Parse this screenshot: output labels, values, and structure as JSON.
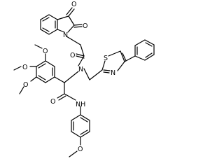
{
  "diagram": {
    "type": "chemical-structure",
    "atom_labels": {
      "o_ketone": "O",
      "o_lactam": "O",
      "n_indole": "N",
      "o_amide_a": "O",
      "n_amide_a": "N",
      "s_thiazole": "S",
      "n_thiazole": "N",
      "o_ome_1": "O",
      "o_ome_2": "O",
      "o_ome_3": "O",
      "o_amide_b": "O",
      "nh_amide_b": "NH",
      "o_ome_4": "O"
    }
  }
}
